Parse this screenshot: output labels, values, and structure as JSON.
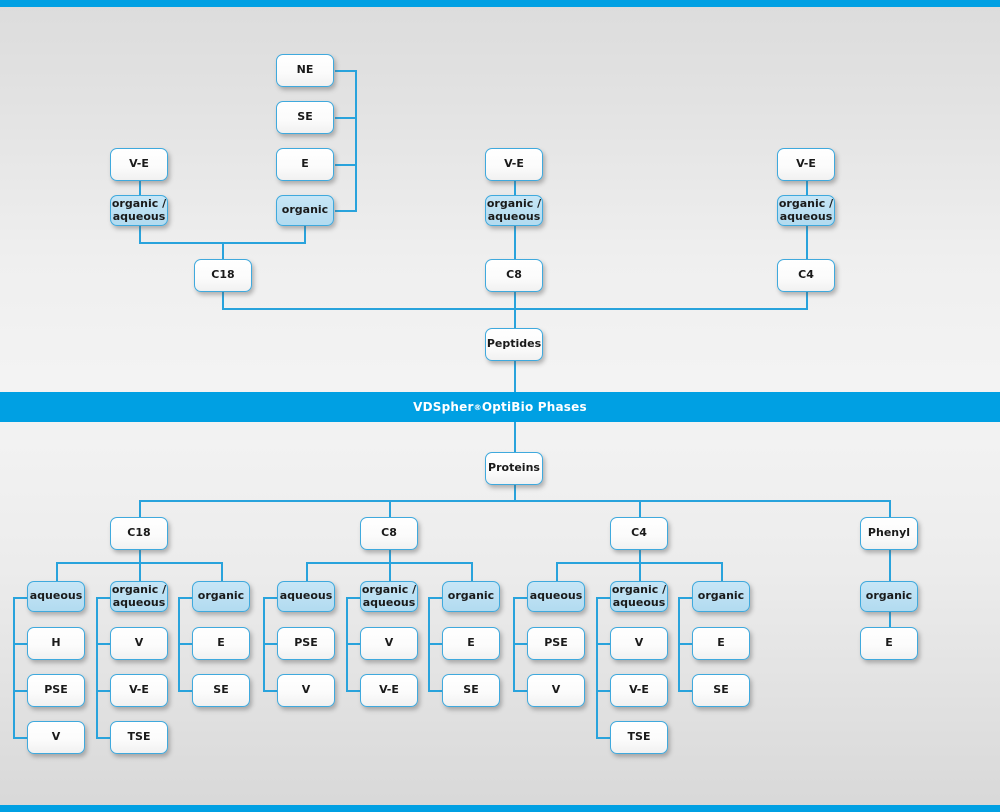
{
  "banner": {
    "text_before": "VDSpher",
    "trademark": "®",
    "text_after": " OptiBio Phases",
    "color": "#00a0e3"
  },
  "theme": {
    "accent": "#00a0e3",
    "line": "#29a3dc",
    "node_border": "#3fa9dd",
    "node_fill_highlight": "#b9dff3",
    "node_fill_plain": "#ffffff",
    "page_background": "#ececec"
  },
  "top_section": {
    "root": "Peptides",
    "columns": [
      {
        "ligand": "C18",
        "groups": [
          {
            "label": "organic /\naqueous",
            "highlight": true,
            "children": [
              "V-E"
            ]
          },
          {
            "label": "organic",
            "highlight": true,
            "children": [
              "NE",
              "SE",
              "E"
            ]
          }
        ]
      },
      {
        "ligand": "C8",
        "groups": [
          {
            "label": "organic /\naqueous",
            "highlight": true,
            "children": [
              "V-E"
            ]
          }
        ]
      },
      {
        "ligand": "C4",
        "groups": [
          {
            "label": "organic /\naqueous",
            "highlight": true,
            "children": [
              "V-E"
            ]
          }
        ]
      }
    ]
  },
  "bottom_section": {
    "root": "Proteins",
    "columns": [
      {
        "ligand": "C18",
        "groups": [
          {
            "label": "aqueous",
            "highlight": true,
            "children": [
              "H",
              "PSE",
              "V"
            ]
          },
          {
            "label": "organic /\naqueous",
            "highlight": true,
            "children": [
              "V",
              "V-E",
              "TSE"
            ]
          },
          {
            "label": "organic",
            "highlight": true,
            "children": [
              "E",
              "SE"
            ]
          }
        ]
      },
      {
        "ligand": "C8",
        "groups": [
          {
            "label": "aqueous",
            "highlight": true,
            "children": [
              "PSE",
              "V"
            ]
          },
          {
            "label": "organic /\naqueous",
            "highlight": true,
            "children": [
              "V",
              "V-E"
            ]
          },
          {
            "label": "organic",
            "highlight": true,
            "children": [
              "E",
              "SE"
            ]
          }
        ]
      },
      {
        "ligand": "C4",
        "groups": [
          {
            "label": "aqueous",
            "highlight": true,
            "children": [
              "PSE",
              "V"
            ]
          },
          {
            "label": "organic /\naqueous",
            "highlight": true,
            "children": [
              "V",
              "V-E",
              "TSE"
            ]
          },
          {
            "label": "organic",
            "highlight": true,
            "children": [
              "E",
              "SE"
            ]
          }
        ]
      },
      {
        "ligand": "Phenyl",
        "groups": [
          {
            "label": "organic",
            "highlight": true,
            "children": [
              "E"
            ]
          }
        ]
      }
    ]
  },
  "nodes": {
    "top": {
      "ne": "NE",
      "se": "SE",
      "e": "E",
      "organic_left": "organic",
      "ve_left": "V-E",
      "oa_left": "organic /\naqueous",
      "c18": "C18",
      "ve_mid": "V-E",
      "oa_mid": "organic /\naqueous",
      "c8": "C8",
      "ve_right": "V-E",
      "oa_right": "organic /\naqueous",
      "c4": "C4",
      "peptides": "Peptides"
    },
    "bottom": {
      "proteins": "Proteins",
      "c18": "C18",
      "c8": "C8",
      "c4": "C4",
      "phenyl": "Phenyl",
      "c18_aqueous": "aqueous",
      "c18_aq_1": "H",
      "c18_aq_2": "PSE",
      "c18_aq_3": "V",
      "c18_oa": "organic /\naqueous",
      "c18_oa_1": "V",
      "c18_oa_2": "V-E",
      "c18_oa_3": "TSE",
      "c18_org": "organic",
      "c18_org_1": "E",
      "c18_org_2": "SE",
      "c8_aqueous": "aqueous",
      "c8_aq_1": "PSE",
      "c8_aq_2": "V",
      "c8_oa": "organic /\naqueous",
      "c8_oa_1": "V",
      "c8_oa_2": "V-E",
      "c8_org": "organic",
      "c8_org_1": "E",
      "c8_org_2": "SE",
      "c4_aqueous": "aqueous",
      "c4_aq_1": "PSE",
      "c4_aq_2": "V",
      "c4_oa": "organic /\naqueous",
      "c4_oa_1": "V",
      "c4_oa_2": "V-E",
      "c4_oa_3": "TSE",
      "c4_org": "organic",
      "c4_org_1": "E",
      "c4_org_2": "SE",
      "phenyl_org": "organic",
      "phenyl_org_1": "E"
    }
  }
}
